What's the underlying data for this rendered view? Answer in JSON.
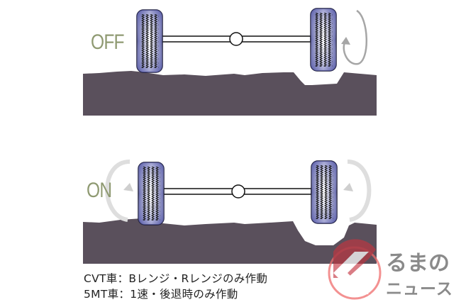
{
  "panels": [
    {
      "state_label": "OFF"
    },
    {
      "state_label": "ON"
    }
  ],
  "captions": [
    "CVT車：Bレンジ・Rレンジのみ作動",
    "5MT車：1速・後退時のみ作動"
  ],
  "logo": {
    "line1": "るまの",
    "line2": "ニュース"
  },
  "colors": {
    "ground": "#5a505c",
    "tire": "#5b5fae",
    "state_label": "#8f9a72",
    "arrow_dark": "#9a9a9a",
    "arrow_light": "#d8d8d8",
    "logo_red": "#e23b3b",
    "logo_gray": "#8a8a8a"
  }
}
